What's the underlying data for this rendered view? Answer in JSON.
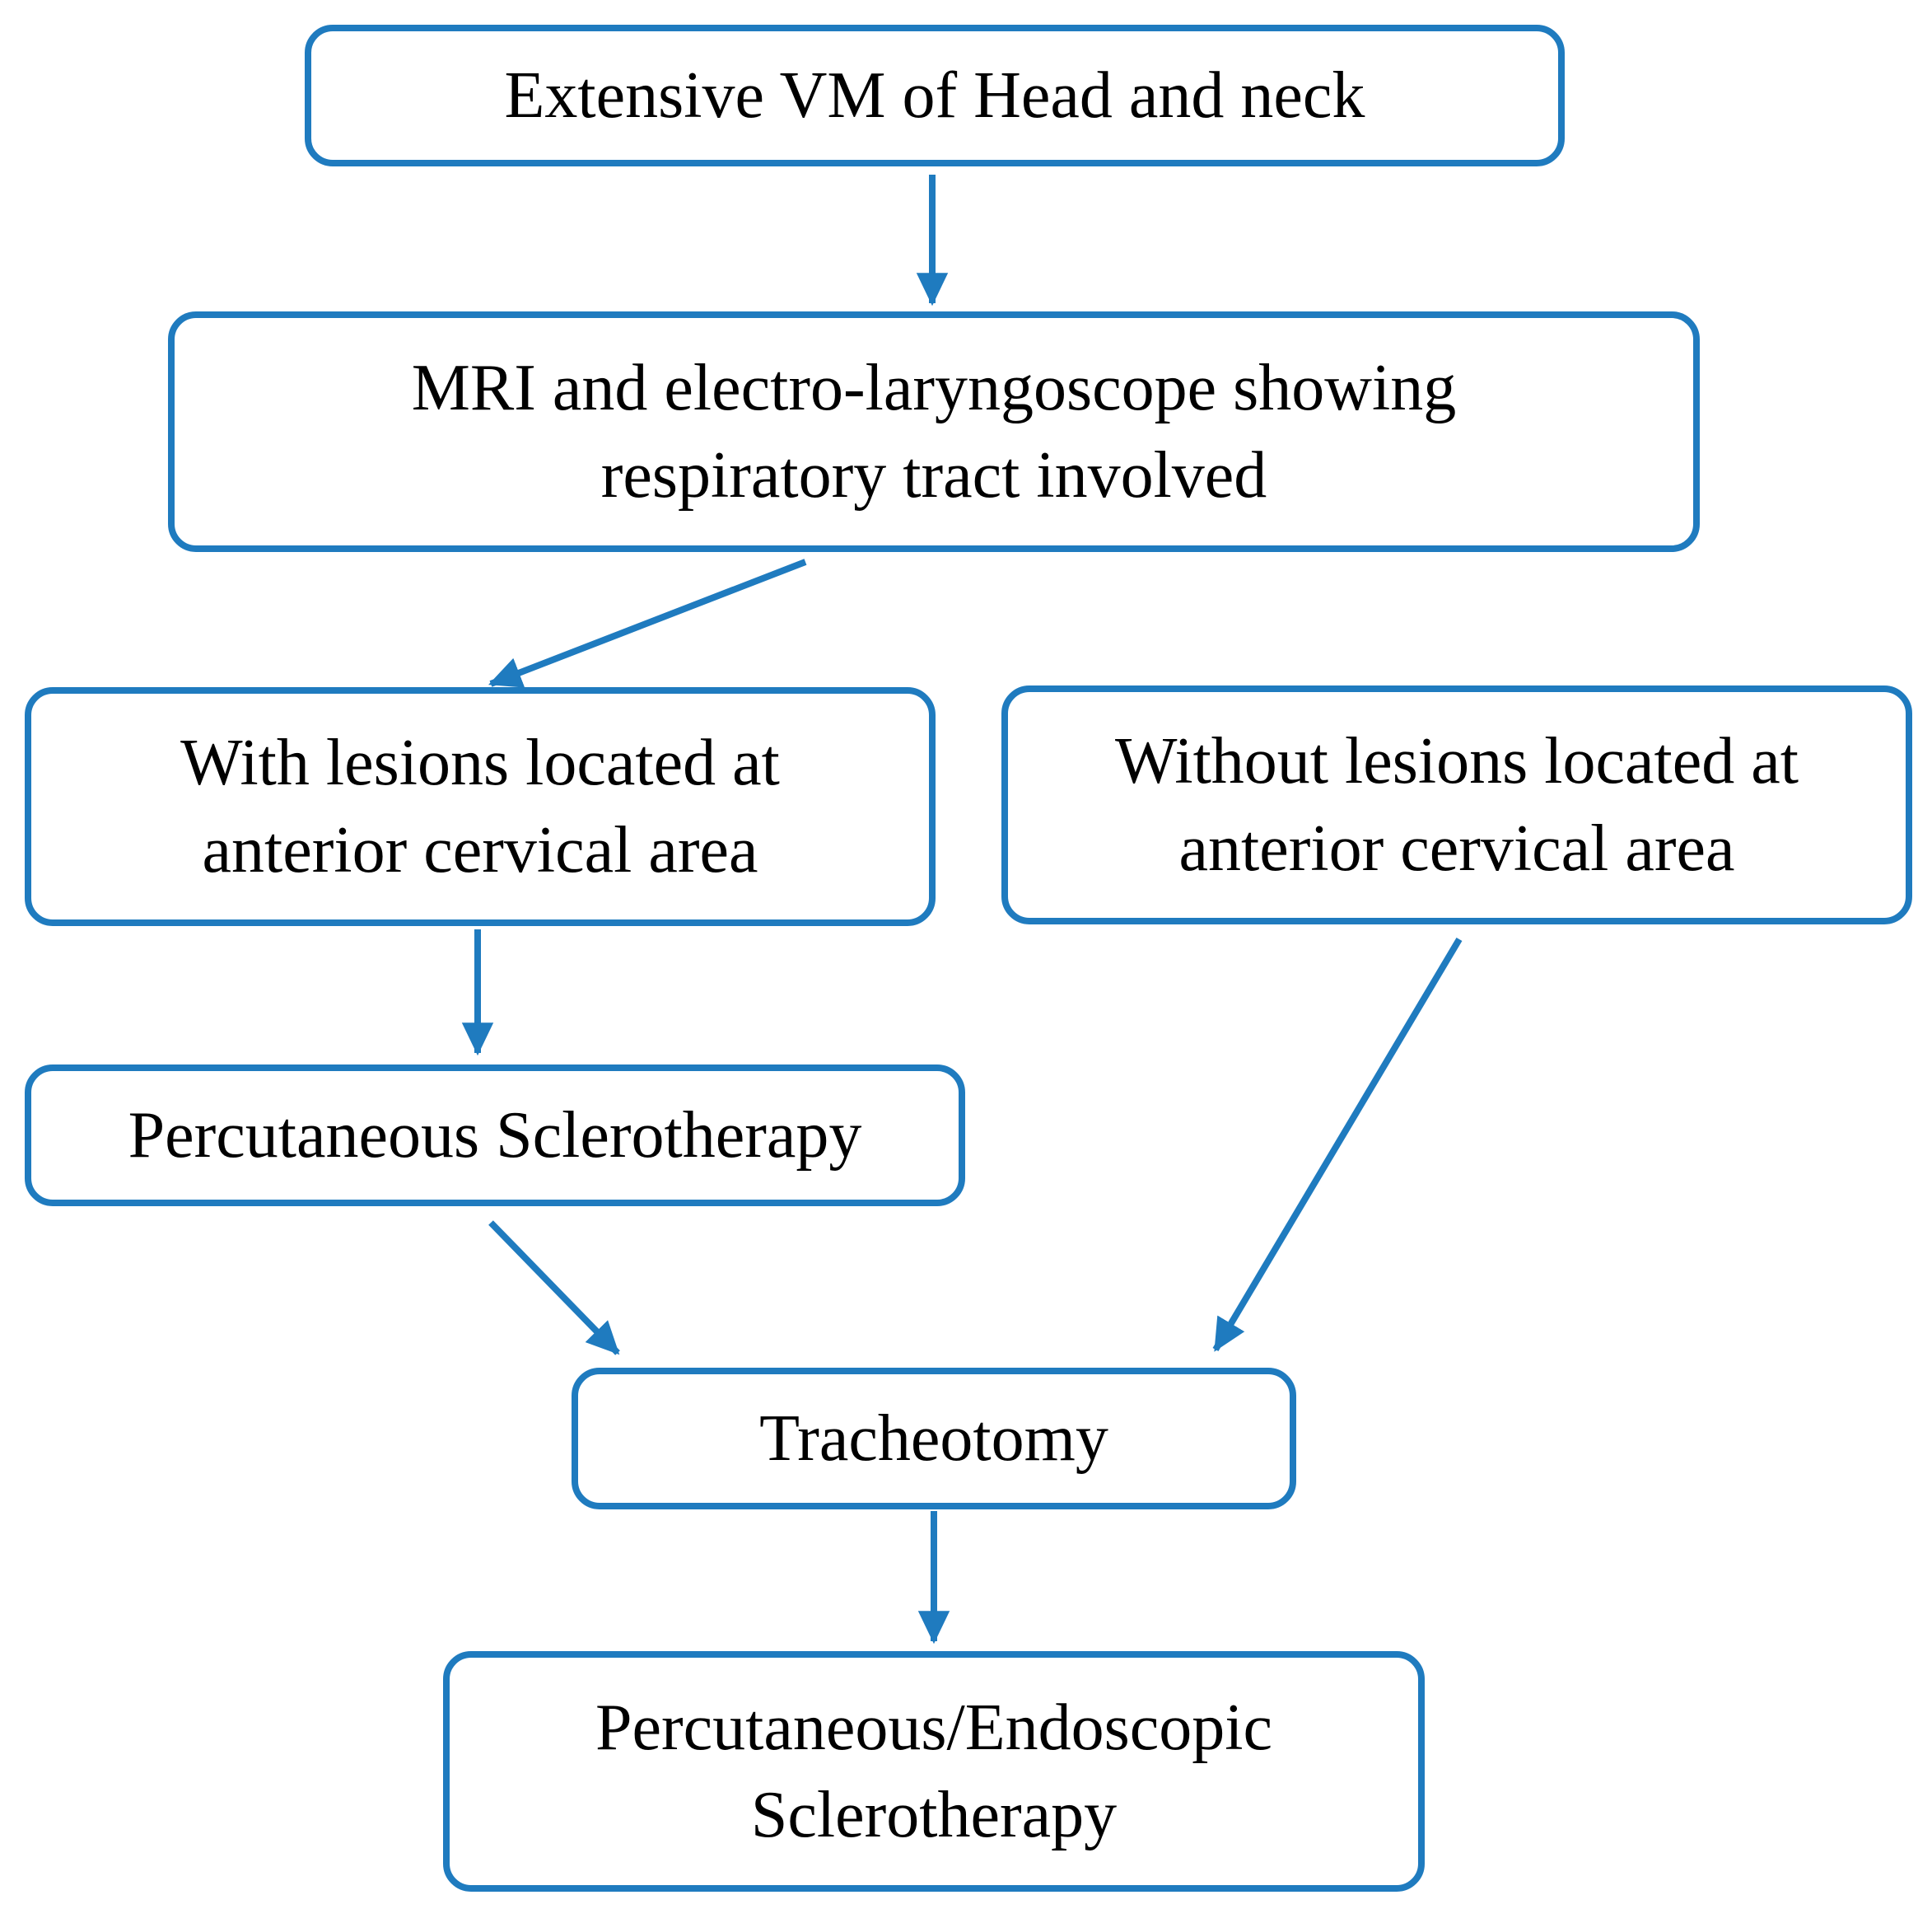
{
  "diagram": {
    "accent_color": "#1f7bbf",
    "nodes": {
      "start": {
        "lines": [
          "Extensive VM of Head and neck"
        ]
      },
      "diagnosis": {
        "lines": [
          "MRI and electro-laryngoscope showing",
          "respiratory tract involved"
        ]
      },
      "with_lesions": {
        "lines": [
          "With lesions located at",
          "anterior cervical area"
        ]
      },
      "without_lesions": {
        "lines": [
          "Without lesions located at",
          "anterior cervical area"
        ]
      },
      "percutaneous": {
        "lines": [
          "Percutaneous Sclerotherapy"
        ]
      },
      "tracheotomy": {
        "lines": [
          "Tracheotomy"
        ]
      },
      "final": {
        "lines": [
          "Percutaneous/Endoscopic",
          "Sclerotherapy"
        ]
      }
    },
    "edges": [
      {
        "from": "start",
        "to": "diagnosis"
      },
      {
        "from": "diagnosis",
        "to": "with_lesions"
      },
      {
        "from": "with_lesions",
        "to": "percutaneous"
      },
      {
        "from": "without_lesions",
        "to": "tracheotomy"
      },
      {
        "from": "percutaneous",
        "to": "tracheotomy"
      },
      {
        "from": "tracheotomy",
        "to": "final"
      }
    ]
  }
}
